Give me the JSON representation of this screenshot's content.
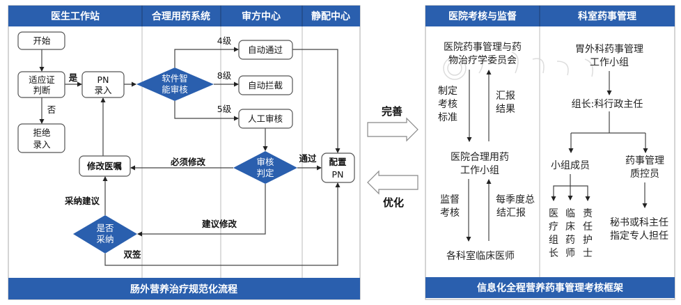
{
  "left_panel": {
    "lanes": [
      "医生工作站",
      "合理用药系统",
      "审方中心",
      "静配中心"
    ],
    "footer": "肠外营养治疗规范化流程",
    "nodes": {
      "start": "开始",
      "indication_1": "适应证",
      "indication_2": "判断",
      "reject_1": "拒绝",
      "reject_2": "录入",
      "pn_entry_1": "PN",
      "pn_entry_2": "录入",
      "smart_review_1": "软件智",
      "smart_review_2": "能审核",
      "auto_pass": "自动通过",
      "auto_block": "自动拦截",
      "manual_review": "人工审核",
      "review_decision_1": "审核",
      "review_decision_2": "判定",
      "config_pn_1": "配置",
      "config_pn_2": "PN",
      "modify_order": "修改医嘱",
      "adopt_1": "是否",
      "adopt_2": "采纳"
    },
    "edge_labels": {
      "yes": "是",
      "no": "否",
      "level4": "4级",
      "level8": "8级",
      "level5": "5级",
      "pass": "通过",
      "must_modify": "必须修改",
      "suggest_modify": "建议修改",
      "adopt_suggestion": "采纳建议",
      "double_sign": "双签"
    }
  },
  "middle": {
    "improve_label": "完善",
    "optimize_label": "优化"
  },
  "right_panel": {
    "columns": [
      "医院考核与监督",
      "科室药事管理"
    ],
    "footer": "信息化全程营养药事管理考核框架",
    "hospital": {
      "committee_1": "医院药事管理与药",
      "committee_2": "物治疗学委员会",
      "set_standard": [
        "制定",
        "考核",
        "标准"
      ],
      "report_result": [
        "汇报",
        "结果"
      ],
      "working_group_1": "医院合理用药",
      "working_group_2": "工作小组",
      "supervise": [
        "监督",
        "考核"
      ],
      "quarterly_report": [
        "每季度总",
        "结汇报"
      ],
      "clinicians": "各科室临床医师"
    },
    "department": {
      "group_1": "胃外科药事管理",
      "group_2": "工作小组",
      "leader": "组长:科行政主任",
      "members": "小组成员",
      "qc_1": "药事管理",
      "qc_2": "质控员",
      "member_roles": [
        [
          "医",
          "疗",
          "组",
          "长"
        ],
        [
          "临",
          "床",
          "药",
          "师"
        ],
        [
          "责",
          "任",
          "护",
          "士"
        ]
      ],
      "assignee_1": "秘书或科主任",
      "assignee_2": "指定专人担任"
    }
  }
}
